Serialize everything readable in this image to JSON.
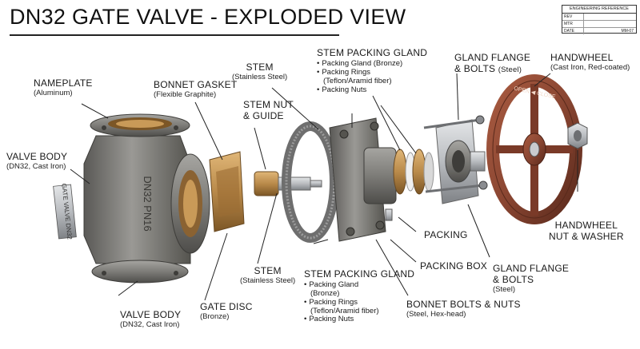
{
  "title": "DN32 GATE VALVE - EXPLODED VIEW",
  "reference_block": {
    "title": "ENGINEERING REFERENCE",
    "rows": [
      {
        "key": "REV",
        "value": ""
      },
      {
        "key": "MTR",
        "value": ""
      },
      {
        "key": "DATE",
        "value": "MM-07"
      }
    ]
  },
  "nameplate_text": "GATE VALVE DN32",
  "body_cast_text": "DN32 PN16",
  "handwheel_text": "OPEN ◀ CLOSE",
  "labels": {
    "nameplate": {
      "heading": "NAMEPLATE",
      "sub": "(Aluminum)"
    },
    "valve_body_left": {
      "heading": "VALVE BODY",
      "sub": "(DN32, Cast Iron)"
    },
    "valve_body_bottom": {
      "heading": "VALVE BODY",
      "sub": "(DN32, Cast Iron)"
    },
    "bonnet_gasket": {
      "heading": "BONNET GASKET",
      "sub": "(Flexible Graphite)"
    },
    "stem_nut": {
      "heading": "STEM NUT",
      "heading2": "& GUIDE"
    },
    "stem_top": {
      "heading": "STEM",
      "sub": "(Stainless Steel)"
    },
    "stem_bottom": {
      "heading": "STEM",
      "sub": "(Stainless Steel)"
    },
    "gate_disc": {
      "heading": "GATE DISC",
      "sub": "(Bronze)"
    },
    "packing_gland_top": {
      "heading": "STEM PACKING GLAND",
      "items": [
        "Packing Gland (Bronze)",
        "Packing Rings",
        "(Teflon/Aramid fiber)",
        "Packing Nuts"
      ]
    },
    "packing_gland_bottom": {
      "heading": "STEM PACKING GLAND",
      "items": [
        "Packing Gland",
        "(Bronze)",
        "Packing Rings",
        "(Teflon/Aramid fiber)",
        "Packing Nuts"
      ]
    },
    "gland_flange_top": {
      "heading": "GLAND FLANGE",
      "heading2": "& BOLTS",
      "sub": "(Steel)"
    },
    "gland_flange_bottom": {
      "heading": "GLAND FLANGE",
      "heading2": "& BOLTS",
      "sub": "(Steel)"
    },
    "handwheel": {
      "heading": "HANDWHEEL",
      "sub": "(Cast Iron, Red-coated)"
    },
    "handwheel_nut": {
      "heading": "HANDWHEEL",
      "heading2": "NUT & WASHER"
    },
    "packing": {
      "heading": "PACKING"
    },
    "packing_box": {
      "heading": "PACKING BOX"
    },
    "bonnet_bolts": {
      "heading": "BONNET BOLTS & NUTS",
      "sub": "(Steel, Hex-head)"
    }
  },
  "colors": {
    "iron": "#7d7c78",
    "iron_dark": "#4e4d4a",
    "bronze": "#b98a4a",
    "bronze_dark": "#7c5626",
    "handwheel": "#8a4632",
    "handwheel_dark": "#5a2a1c",
    "steel": "#b9bcc0",
    "leader": "#222222"
  }
}
